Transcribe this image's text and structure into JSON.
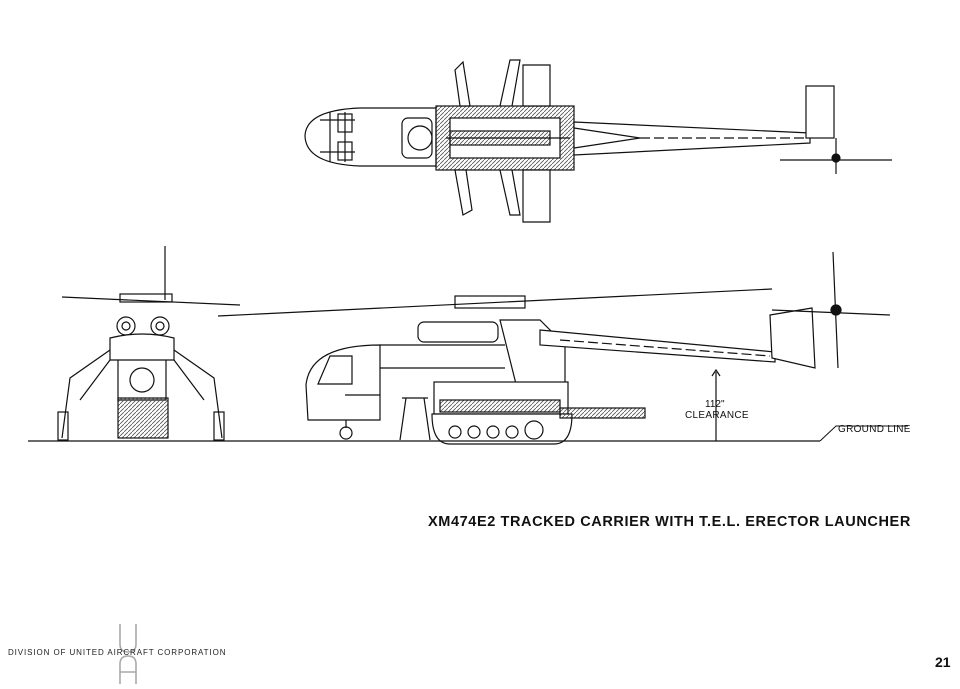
{
  "figure": {
    "caption": "XM474E2 TRACKED CARRIER WITH T.E.L. ERECTOR LAUNCHER",
    "clearance_value": "112\"",
    "clearance_label": "CLEARANCE",
    "ground_line_label": "GROUND LINE"
  },
  "footer": {
    "logo_letters": "UA",
    "division_text": "DIVISION OF UNITED AIRCRAFT CORPORATION",
    "page_number": "21"
  },
  "colors": {
    "ink": "#111111",
    "hatch": "#555555",
    "logo_gray": "#aaaaaa",
    "paper": "#ffffff"
  }
}
